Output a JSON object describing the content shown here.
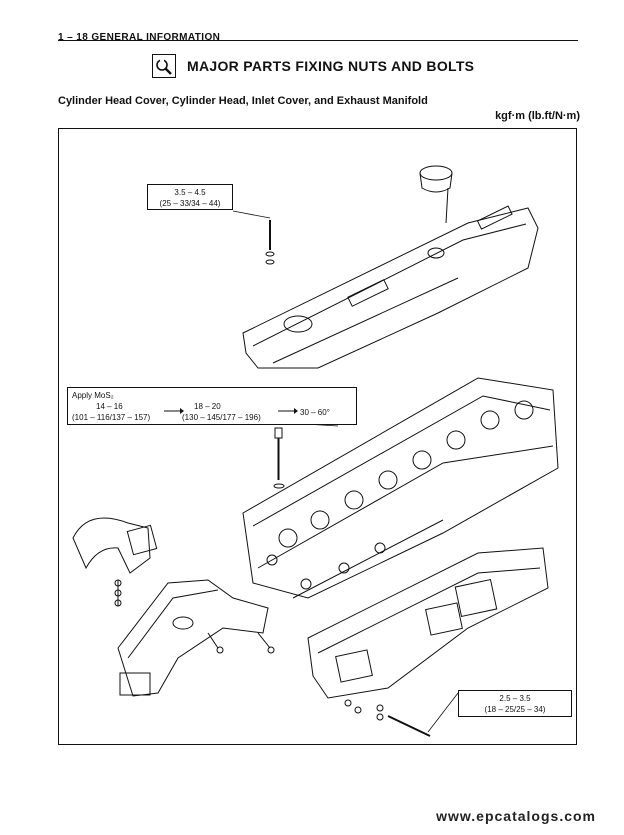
{
  "header": {
    "text": "1 – 18  GENERAL INFORMATION"
  },
  "title": {
    "icon": "wrench-icon",
    "text": "MAJOR PARTS FIXING NUTS AND BOLTS"
  },
  "subtitle": "Cylinder Head Cover, Cylinder Head, Inlet Cover, and Exhaust Manifold",
  "units": "kgf·m (lb.ft/N·m)",
  "callouts": {
    "head_cover": {
      "line1": "3.5 – 4.5",
      "line2": "(25 – 33/34 – 44)"
    },
    "cylinder_head": {
      "note": "Apply MoS₂",
      "step1": "14 – 16",
      "step1_units": "(101 – 116/137 – 157)",
      "step2": "18 – 20",
      "step2_units": "(130 – 145/177 – 196)",
      "step3": "30 – 60°"
    },
    "exhaust_manifold": {
      "line1": "2.5 – 3.5",
      "line2": "(18 – 25/25 – 34)"
    }
  },
  "footer": {
    "watermark": "www.epcatalogs.com"
  }
}
